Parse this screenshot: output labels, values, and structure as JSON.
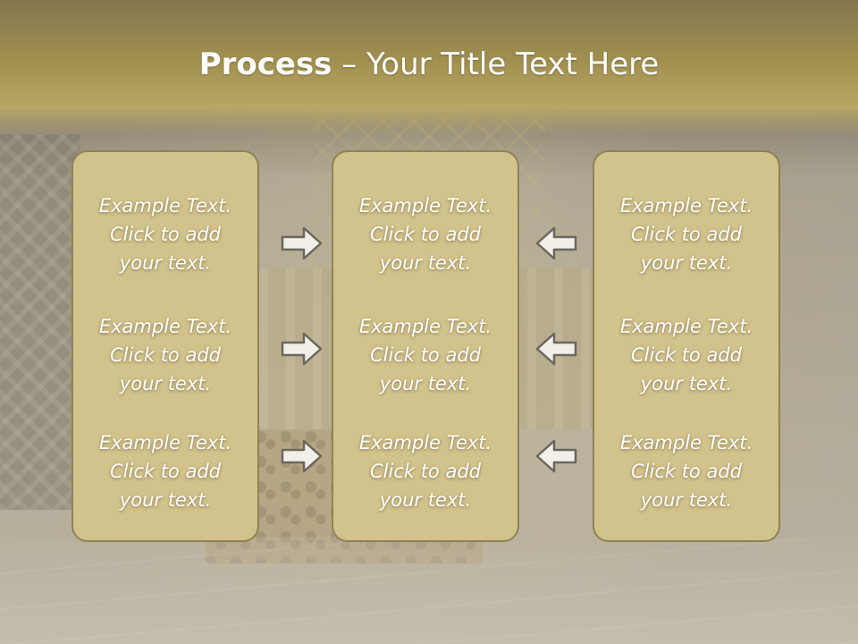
{
  "slide": {
    "title_bold": "Process",
    "title_rest": " – Your Title Text Here"
  },
  "columns": [
    {
      "items": [
        {
          "line1": "Example Text.",
          "line2": "Click  to add",
          "line3": "your text."
        },
        {
          "line1": "Example Text.",
          "line2": "Click  to add",
          "line3": "your text."
        },
        {
          "line1": "Example Text.",
          "line2": "Click  to add",
          "line3": "your text."
        }
      ]
    },
    {
      "items": [
        {
          "line1": "Example Text.",
          "line2": "Click  to add",
          "line3": "your text."
        },
        {
          "line1": "Example Text.",
          "line2": "Click  to add",
          "line3": "your text."
        },
        {
          "line1": "Example Text.",
          "line2": "Click  to add",
          "line3": "your text."
        }
      ]
    },
    {
      "items": [
        {
          "line1": "Example Text.",
          "line2": "Click  to add",
          "line3": "your text."
        },
        {
          "line1": "Example Text.",
          "line2": "Click  to add",
          "line3": "your text."
        },
        {
          "line1": "Example Text.",
          "line2": "Click  to add",
          "line3": "your text."
        }
      ]
    }
  ],
  "icons": {
    "right_arrow": "arrow-right-icon",
    "left_arrow": "arrow-left-icon"
  },
  "colors": {
    "title_band": "#a0904f",
    "card_fill": "#d2c28b",
    "card_border": "#8e8258",
    "text": "#ffffff"
  }
}
